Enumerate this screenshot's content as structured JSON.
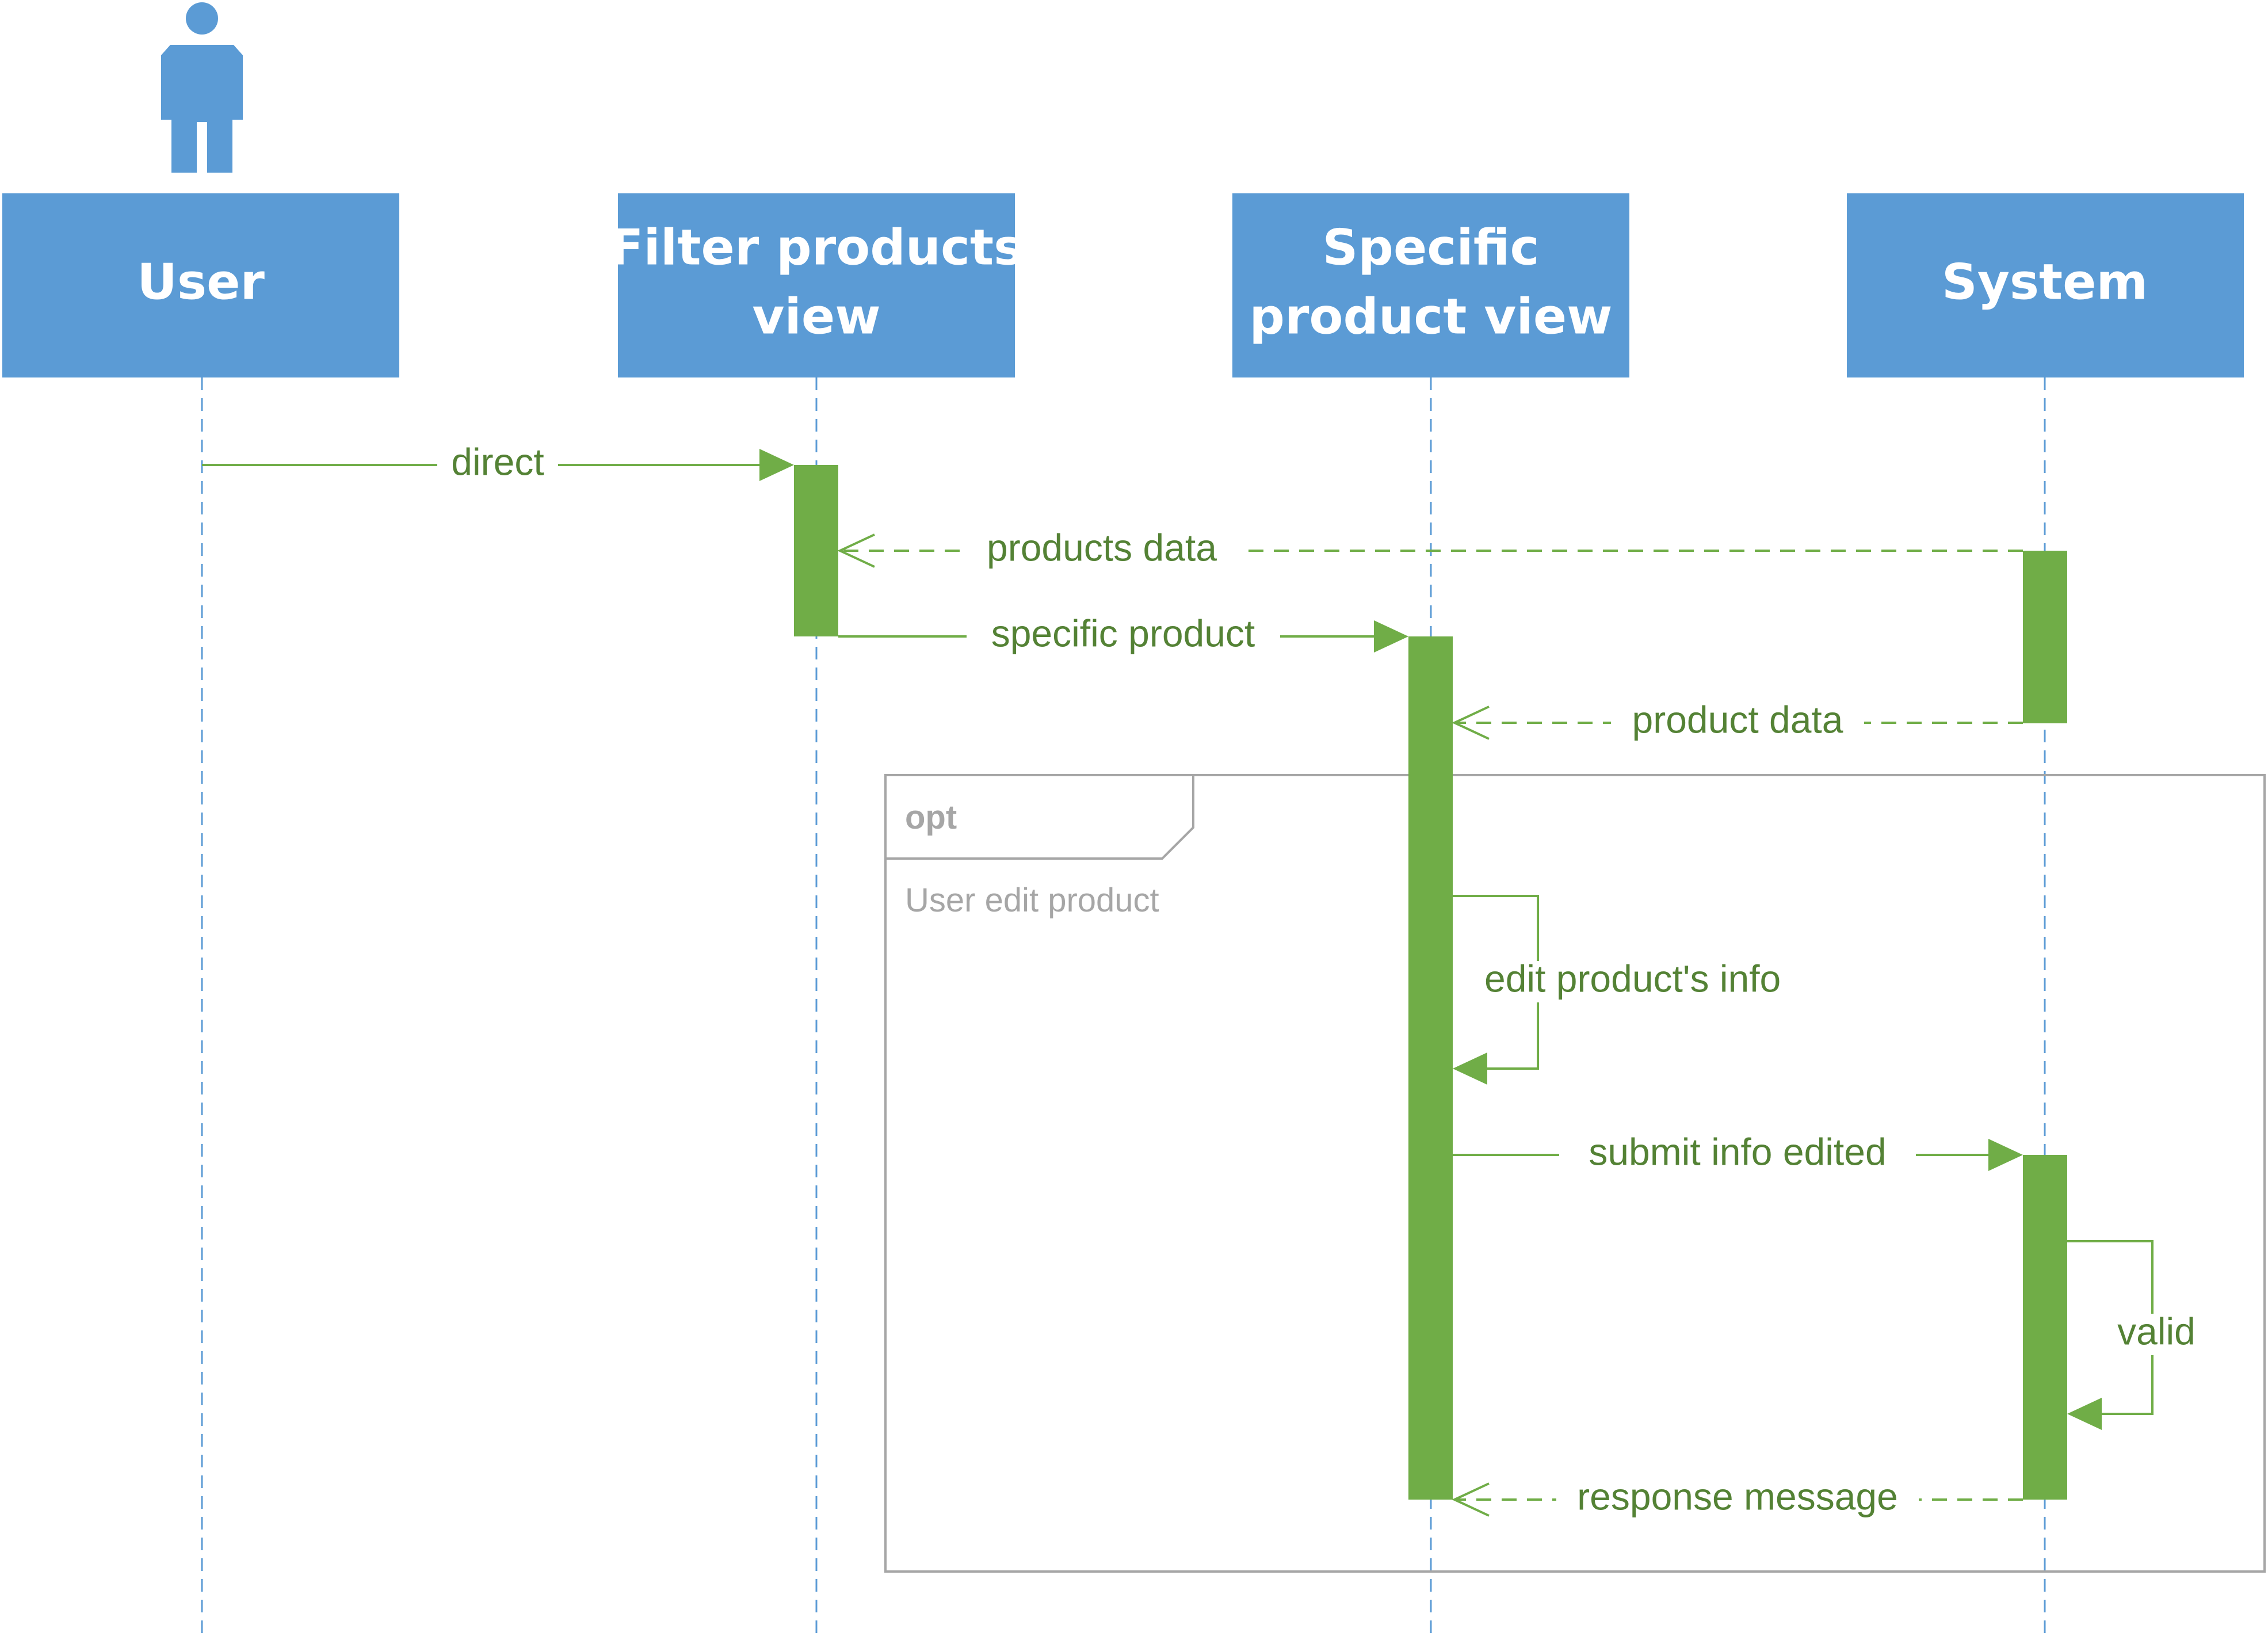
{
  "diagram": {
    "type": "sequence",
    "colors": {
      "participant_fill": "#5B9BD5",
      "participant_text": "#FFFFFF",
      "lifeline": "#5B9BD5",
      "message": "#70AD47",
      "activation": "#70AD47",
      "fragment_border": "#A6A6A6",
      "fragment_text": "#A6A6A6"
    },
    "actor": {
      "icon": "user-icon"
    },
    "participants": [
      {
        "id": "user",
        "lines": [
          "User"
        ]
      },
      {
        "id": "filter",
        "lines": [
          "Filter products",
          "view"
        ]
      },
      {
        "id": "specific",
        "lines": [
          "Specific",
          "product view"
        ]
      },
      {
        "id": "system",
        "lines": [
          "System"
        ]
      }
    ],
    "messages": [
      {
        "label": "direct",
        "from": "user",
        "to": "filter",
        "kind": "sync"
      },
      {
        "label": "products data",
        "from": "system",
        "to": "filter",
        "kind": "return"
      },
      {
        "label": "specific product",
        "from": "filter",
        "to": "specific",
        "kind": "sync"
      },
      {
        "label": "product data",
        "from": "system",
        "to": "specific",
        "kind": "return"
      },
      {
        "label": "edit product's info",
        "from": "specific",
        "to": "specific",
        "kind": "self"
      },
      {
        "label": "submit info edited",
        "from": "specific",
        "to": "system",
        "kind": "sync"
      },
      {
        "label": "valid",
        "from": "system",
        "to": "system",
        "kind": "self"
      },
      {
        "label": "response message",
        "from": "system",
        "to": "specific",
        "kind": "return"
      }
    ],
    "fragment": {
      "operator": "opt",
      "guard": "User edit product"
    }
  }
}
